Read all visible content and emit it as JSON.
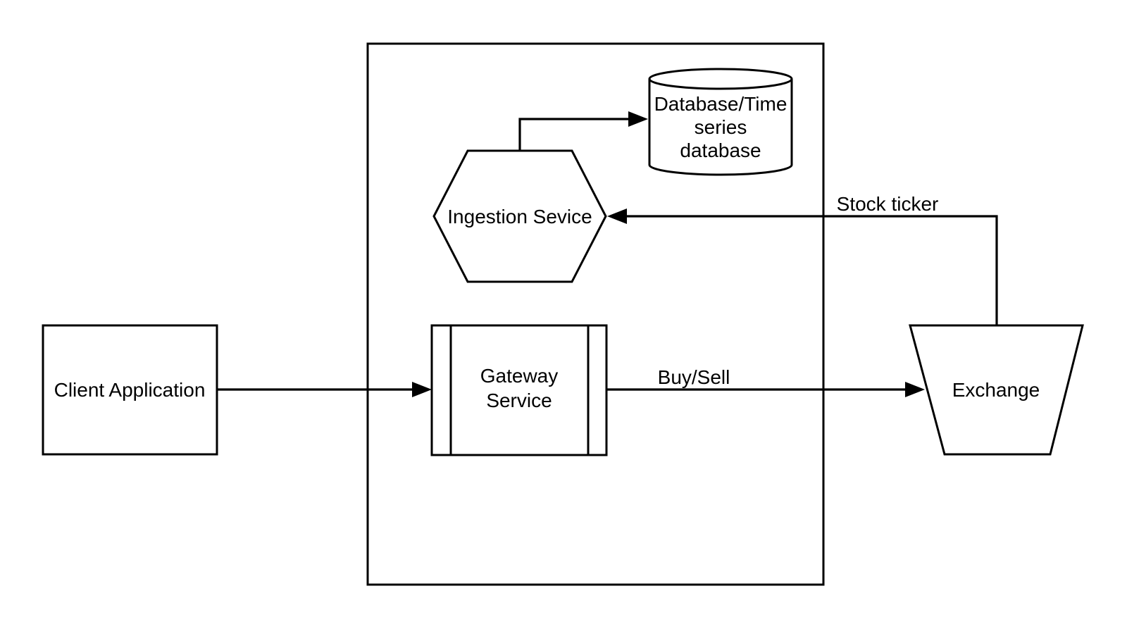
{
  "diagram": {
    "background_color": "#ffffff",
    "stroke_color": "#000000",
    "nodes": {
      "client_application": {
        "shape": "rectangle",
        "label": "Client Application"
      },
      "gateway_service": {
        "shape": "process-rectangle",
        "label_lines": [
          "Gateway",
          "Service"
        ]
      },
      "ingestion_service": {
        "shape": "hexagon",
        "label": "Ingestion Sevice"
      },
      "time_series_database": {
        "shape": "cylinder",
        "label_lines": [
          "Database/Time",
          "series",
          "database"
        ]
      },
      "exchange": {
        "shape": "trapezoid",
        "label": "Exchange"
      },
      "system_boundary": {
        "shape": "container-rectangle",
        "label": ""
      }
    },
    "edges": [
      {
        "id": "client-to-gateway",
        "from": "client_application",
        "to": "gateway_service",
        "label": ""
      },
      {
        "id": "gateway-to-exchange",
        "from": "gateway_service",
        "to": "exchange",
        "label": "Buy/Sell"
      },
      {
        "id": "exchange-to-ingestion",
        "from": "exchange",
        "to": "ingestion_service",
        "label": "Stock ticker"
      },
      {
        "id": "ingestion-to-database",
        "from": "ingestion_service",
        "to": "time_series_database",
        "label": ""
      }
    ]
  }
}
